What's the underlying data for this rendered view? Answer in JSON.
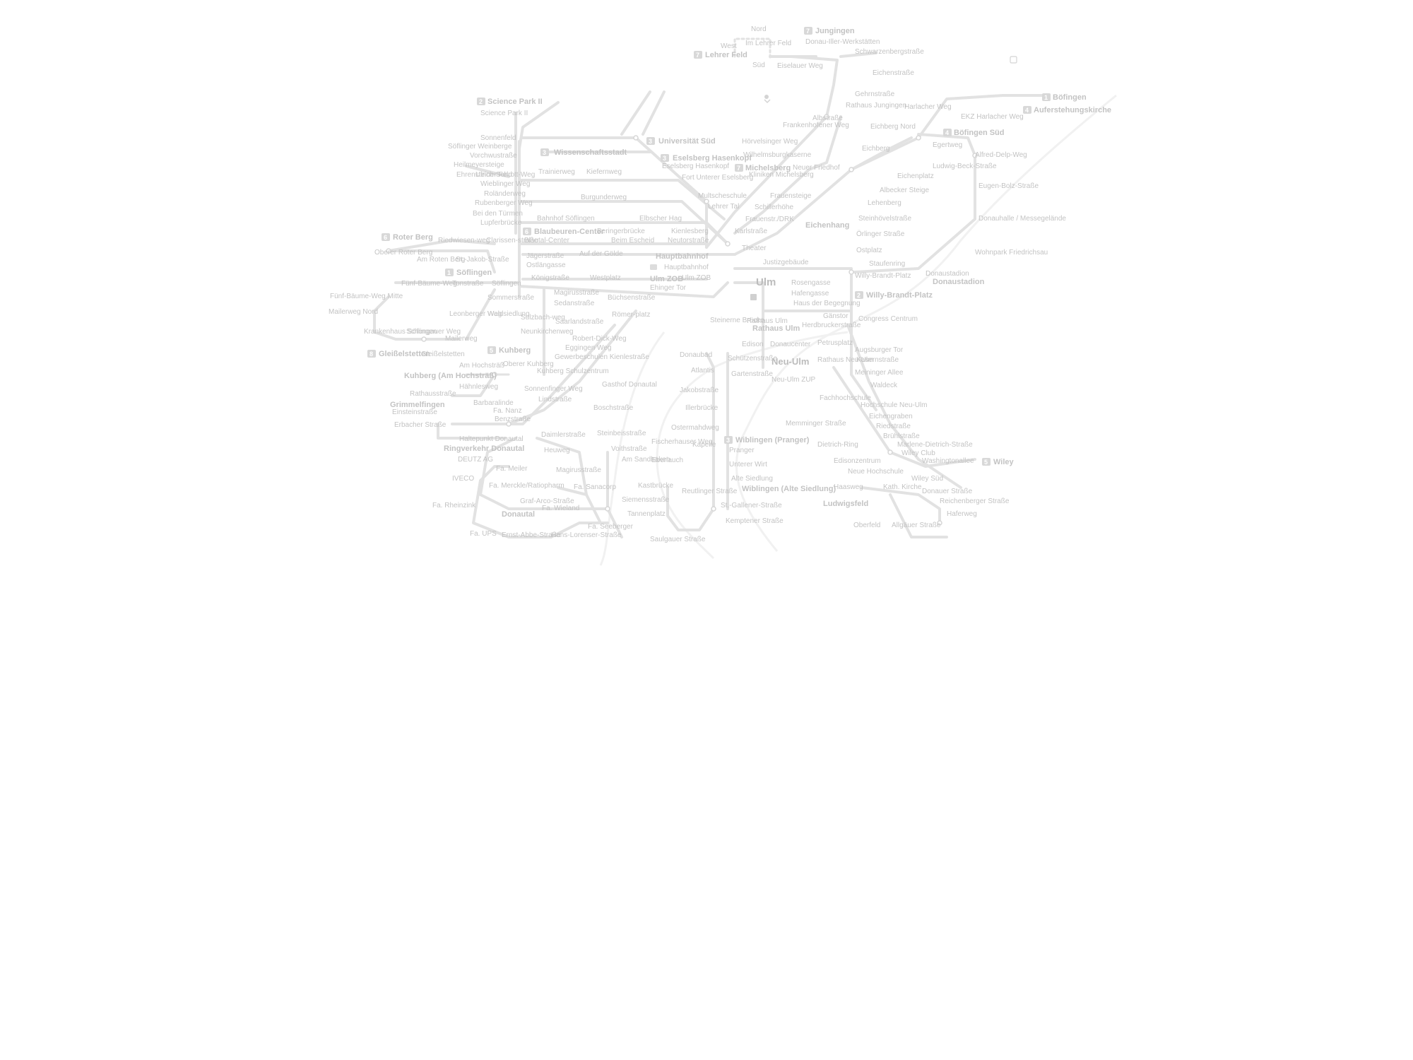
{
  "map": {
    "city_center": "Ulm",
    "city_west": "Neu-Ulm",
    "terminals": [
      {
        "number": "7",
        "name": "Jungingen"
      },
      {
        "number": "7",
        "name": "Lehrer Feld"
      },
      {
        "number": "2",
        "name": "Science Park II"
      },
      {
        "number": "3",
        "name": "Wissenschaftsstadt"
      },
      {
        "number": "3",
        "name": "Universität Süd"
      },
      {
        "number": "3",
        "name": "Eselsberg Hasenkopf"
      },
      {
        "number": "7",
        "name": "Michelsberg"
      },
      {
        "number": "1",
        "name": "Böfingen"
      },
      {
        "number": "4",
        "name": "Auferstehungskirche"
      },
      {
        "number": "4",
        "name": "Böfingen Süd"
      },
      {
        "number": "6",
        "name": "Roter Berg"
      },
      {
        "number": "1",
        "name": "Söflingen"
      },
      {
        "number": "6",
        "name": "Blaubeuren-Center"
      },
      {
        "number": "",
        "name": "Hauptbahnhof"
      },
      {
        "number": "",
        "name": "Ulm ZOB"
      },
      {
        "number": "2",
        "name": "Willy-Brandt-Platz"
      },
      {
        "number": "",
        "name": "Donaustadion"
      },
      {
        "number": "",
        "name": "Rathaus Ulm"
      },
      {
        "number": "8",
        "name": "Gleißelstetten"
      },
      {
        "number": "5",
        "name": "Kuhberg"
      },
      {
        "number": "",
        "name": "Kuhberg (Am Hochsträß)"
      },
      {
        "number": "",
        "name": "Grimmelfingen"
      },
      {
        "number": "",
        "name": "Ringverkehr Donautal"
      },
      {
        "number": "",
        "name": "Donautal"
      },
      {
        "number": "3",
        "name": "Wiblingen (Pranger)"
      },
      {
        "number": "",
        "name": "Wiblingen (Alte Siedlung)"
      },
      {
        "number": "5",
        "name": "Wiley"
      },
      {
        "number": "",
        "name": "Ludwigsfeld"
      },
      {
        "number": "",
        "name": "Eichenhang"
      }
    ],
    "stops": [
      "Nord",
      "West",
      "Im Lehrer Feld",
      "Süd",
      "Eiselauer Weg",
      "Donau-Iller-Werkstätten",
      "Schwarzenbergstraße",
      "Eichenstraße",
      "Gehrnstraße",
      "Rathaus Jungingen",
      "Albstraße",
      "Frankenhofener Weg",
      "Hörvelsinger Weg",
      "Wilhelmsburgkaserne",
      "Neuer Friedhof",
      "Eichberg Nord",
      "Eichberg",
      "Harlacher Weg",
      "EKZ Harlacher Weg",
      "Egertweg",
      "Alfred-Delp-Weg",
      "Ludwig-Beck-Straße",
      "Eichenplatz",
      "Albecker Steige",
      "Lehenberg",
      "Eugen-Bolz-Straße",
      "Steinhövelstraße",
      "Örlinger Straße",
      "Ostplatz",
      "Staufenring",
      "Donauhalle / Messegelände",
      "Wohnpark Friedrichsau",
      "Donaustadion",
      "Willy-Brandt-Platz",
      "Congress Centrum",
      "Science Park II",
      "Sonnenfeld",
      "Söflinger Weinberge",
      "Vorchwustraße",
      "Heilmeyersteige",
      "Ehrensteiner Feld",
      "Wieblinger Weg",
      "Trainierweg",
      "Kiefernweg",
      "Burgunderweg",
      "Eselsberg Hasenkopf",
      "Fort Unterer Eselsberg",
      "Kliniken Michelsberg",
      "Multscheschule",
      "Frauensteige",
      "Lehrer Tal",
      "Schillerhöhe",
      "Frauenstr./DRK",
      "Karlstraße",
      "Theater",
      "Justizgebäude",
      "Bahnhof Söflingen",
      "Elbscher Hag",
      "Beringerbrücke",
      "Blautal-Center",
      "Beim Escheid",
      "Kienlesberg",
      "Neutorstraße",
      "Auf der Gölde",
      "Jägerstraße",
      "Ostlängasse",
      "Hauptbahnhof",
      "Königstraße",
      "Westplatz",
      "Ulm ZOB",
      "Ehinger Tor",
      "Magirusstraße",
      "Büchsenstraße",
      "Römer-platz",
      "Sedanstraße",
      "Saarlandstraße",
      "Robert-Dick-Weg",
      "Eggingen Weg",
      "Gewerbeschulen Kienlestraße",
      "Rosengasse",
      "Hafengasse",
      "Haus der Begegnung",
      "Rathaus Ulm",
      "Herdbruckerstraße",
      "Gänstor",
      "Steinerne Brücke",
      "Donaucenter",
      "Petrusplatz",
      "Rathaus Neu-Ulm",
      "Edison",
      "Schützenstraße",
      "Gartenstraße",
      "Neu-Ulm ZUP",
      "Augsburger Tor",
      "Kasernstraße",
      "Meininger Allee",
      "Waldeck",
      "Hochschule Neu-Ulm",
      "Eichengraben",
      "Riedstraße",
      "Brühlstraße",
      "Marlene-Dietrich-Straße",
      "Wiley Club",
      "Washingtonallee",
      "Edisonzentrum",
      "Neue Hochschule",
      "Wiley Süd",
      "Dietrich-Ring",
      "Haasweg",
      "Kath. Kirche",
      "Donauer Straße",
      "Reichenberger Straße",
      "Haferweg",
      "Oberfeld",
      "Allgäuer Straße",
      "Memminger Straße",
      "Fachhochschule",
      "Donaubad",
      "Atlantis",
      "Jakobstraße",
      "Illerbrücke",
      "Ostermahdweg",
      "Kapelle",
      "Pranger",
      "Fischerhauser Weg",
      "Unterer Wirt",
      "Alte Siedlung",
      "Reutlinger Straße",
      "St.-Gallener-Straße",
      "Kemptener Straße",
      "Saulgauer Straße",
      "Tannenplatz",
      "Siemensstraße",
      "Kastbrücke",
      "Eberlauch",
      "Am Sandhaken",
      "Gasthof Donautal",
      "Boschstraße",
      "Daimlerstraße",
      "Steinbeisstraße",
      "Heuweg",
      "Voithstraße",
      "Magirusstraße",
      "Fa. Sanacorp",
      "Fa. Seeberger",
      "Fa. Wieland",
      "Hans-Lorenser-Straße",
      "Ernst-Abbe-Straße",
      "Graf-Arco-Straße",
      "Fa. Merckle/Ratiopharm",
      "Fa. Meiler",
      "IVECO",
      "DEUTZ AG",
      "Fa. Rheinzink",
      "Fa. UPS",
      "Haltepunkt Donautal",
      "Benzstraße",
      "Fa. Nanz",
      "Lindstraße",
      "Sonnenfinger Weg",
      "Kuhberg Schulzentrum",
      "Oberer Kuhberg",
      "Am Hochsträß",
      "Hähnlesweg",
      "Barbaralinde",
      "Rathausstraße",
      "Einsteinstraße",
      "Erbacher Straße",
      "Gleißelstetten",
      "Schongauer Weg",
      "Krankenhaus Söflingen",
      "Mailerweg Nord",
      "Mailerweg",
      "Leonberger Weg",
      "Waldsiedlung",
      "Sulzbach-weg",
      "Neunkirchenweg",
      "Fünf-Bäume-Weg",
      "Fünf-Bäume-Weg Mitte",
      "Tonstraße",
      "Sommerstraße",
      "Söflingen",
      "Oberer Roter Berg",
      "Am Roten Berg",
      "Riedwiesen-weg",
      "Clarissen-straße",
      "St.-Jakob-Straße",
      "Bei den Türmen",
      "Lupferbrücke",
      "Rubenberger Weg",
      "Roländerweg",
      "Ulrich-Schrott-Weg"
    ],
    "colors": {
      "line": "#e2e2e2",
      "label": "#c3c3c3",
      "badge": "#d8d8d8",
      "river": "#f1f1f1",
      "background": "#ffffff"
    },
    "icons": [
      "accessible-icon",
      "bus-icon",
      "train-icon",
      "park-and-ride-icon"
    ]
  }
}
